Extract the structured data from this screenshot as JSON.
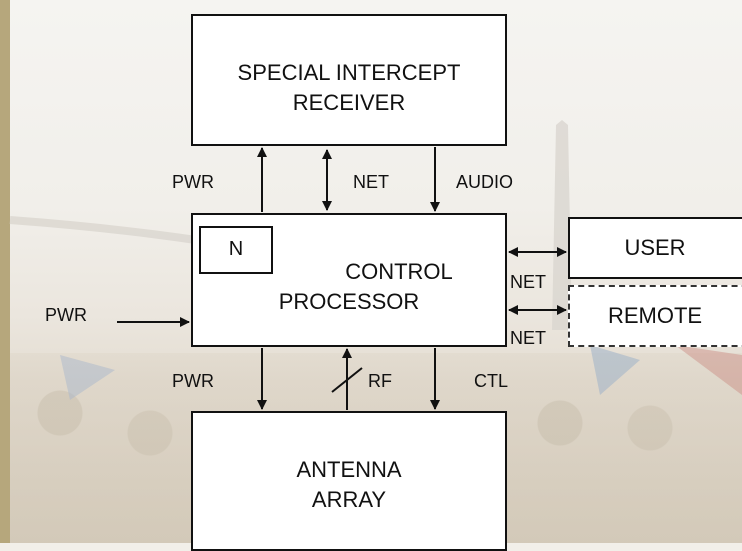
{
  "blocks": {
    "receiver": {
      "line1": "SPECIAL INTERCEPT",
      "line2": "RECEIVER"
    },
    "processor": {
      "line1": "CONTROL",
      "line2": "PROCESSOR",
      "sub_label": "N"
    },
    "antenna": {
      "line1": "ANTENNA",
      "line2": "ARRAY"
    },
    "user": {
      "label": "USER"
    },
    "remote": {
      "label": "REMOTE"
    }
  },
  "links": {
    "top_pwr": "PWR",
    "top_net": "NET",
    "top_audio": "AUDIO",
    "left_pwr": "PWR",
    "user_net": "NET",
    "remote_net": "NET",
    "bottom_pwr": "PWR",
    "bottom_rf": "RF",
    "bottom_ctl": "CTL"
  },
  "colors": {
    "line": "#111111",
    "box_fill": "#ffffff",
    "left_strip": "#b6a77c"
  }
}
